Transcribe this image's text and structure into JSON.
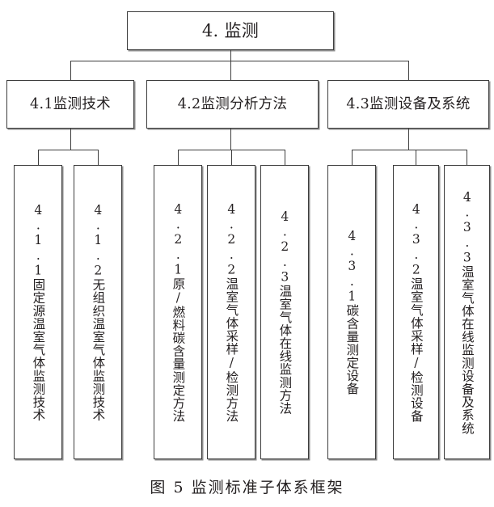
{
  "figure": {
    "caption": "图 5  监测标准子体系框架",
    "background_color": "#ffffff",
    "line_color": "#3d3d3d",
    "text_color": "#231f20"
  },
  "diagram": {
    "type": "tree",
    "orientation": "top-down",
    "root": {
      "id": "4",
      "label": "4. 监测"
    },
    "level2": [
      {
        "id": "4.1",
        "label": "4.1监测技术"
      },
      {
        "id": "4.2",
        "label": "4.2监测分析方法"
      },
      {
        "id": "4.3",
        "label": "4.3监测设备及系统"
      }
    ],
    "level3": [
      {
        "id": "4.1.1",
        "parent": "4.1",
        "label": "4.1.1固定源温室气体监测技术"
      },
      {
        "id": "4.1.2",
        "parent": "4.1",
        "label": "4.1.2无组织温室气体监测技术"
      },
      {
        "id": "4.2.1",
        "parent": "4.2",
        "label": "4.2.1原/燃料碳含量测定方法"
      },
      {
        "id": "4.2.2",
        "parent": "4.2",
        "label": "4.2.2温室气体采样/检测方法"
      },
      {
        "id": "4.2.3",
        "parent": "4.2",
        "label": "4.2.3温室气体在线监测方法"
      },
      {
        "id": "4.3.1",
        "parent": "4.3",
        "label": "4.3.1碳含量测定设备"
      },
      {
        "id": "4.3.2",
        "parent": "4.3",
        "label": "4.3.2温室气体采样/检测设备"
      },
      {
        "id": "4.3.3",
        "parent": "4.3",
        "label": "4.3.3温室气体在线监测设备及系统"
      }
    ]
  }
}
